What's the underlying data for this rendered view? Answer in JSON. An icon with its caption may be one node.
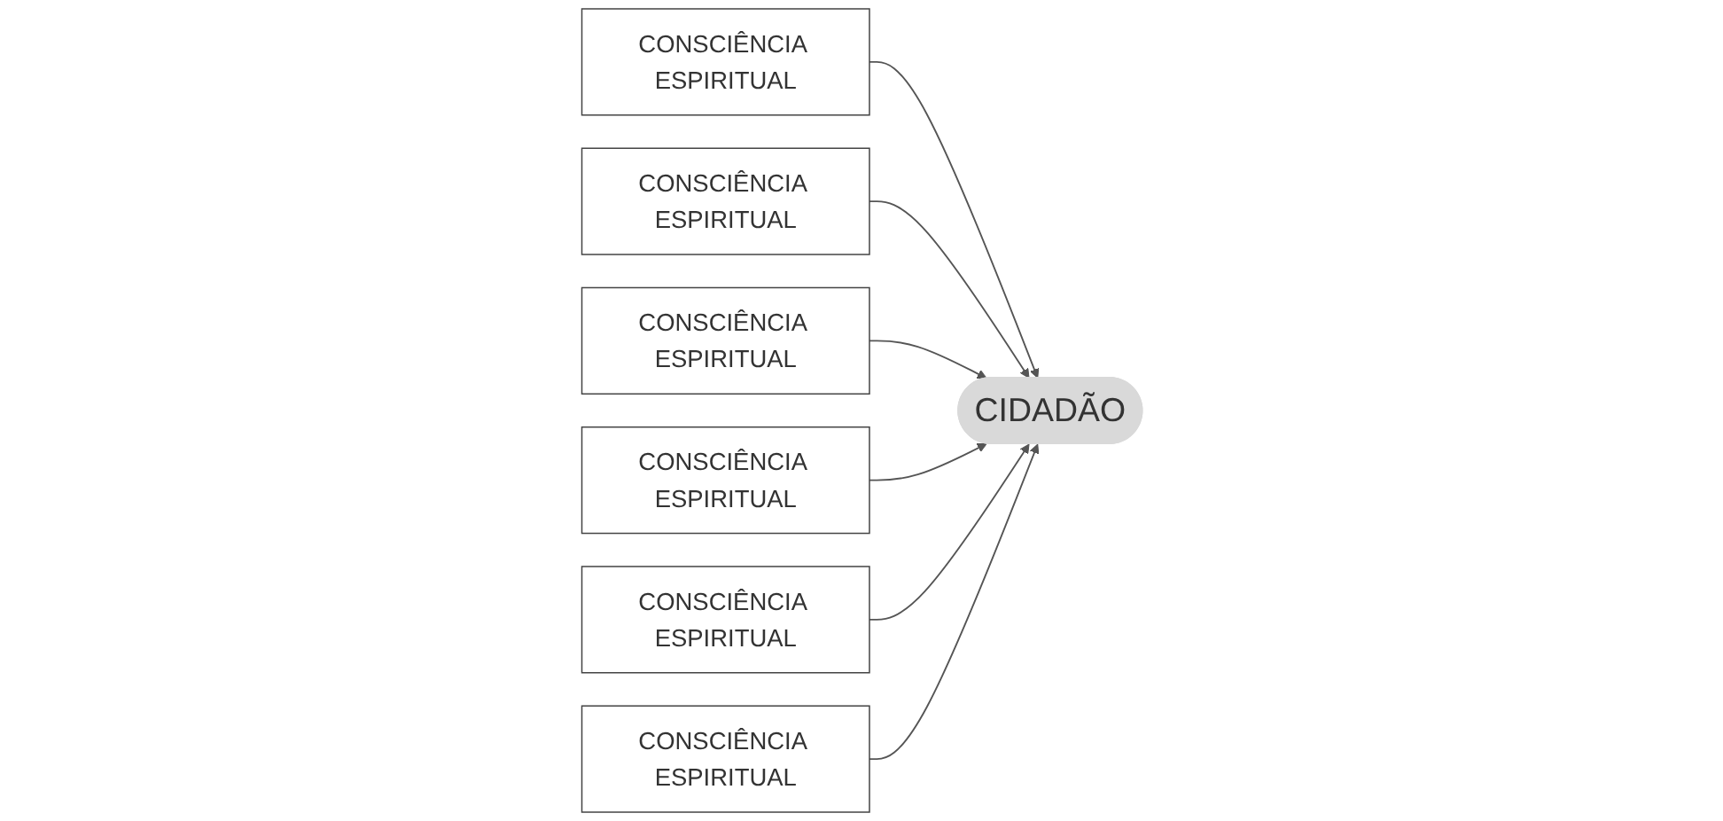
{
  "diagram": {
    "nodes": [
      {
        "text": [
          "CONSCIÊNCIA ESPIRITUAL"
        ]
      },
      {
        "text": [
          "CONSCIÊNCIA ESPIRITUAL"
        ]
      },
      {
        "text": [
          "CONSCIÊNCIA ESPIRITUAL"
        ]
      },
      {
        "text": [
          "CIDADÃO"
        ]
      },
      {
        "text": [
          "CONSCIÊNCIA ESPIRITUAL"
        ]
      },
      {
        "text": [
          "CONSCIÊNCIA ESPIRITUAL"
        ]
      },
      {
        "text": [
          "CONSCIÊNCIA ESPIRITUAL"
        ]
      }
    ],
    "edges": [
      {
        "from": 0,
        "to": 3,
        "arrow": "to"
      },
      {
        "from": 1,
        "to": 3,
        "arrow": "to"
      },
      {
        "from": 2,
        "to": 3,
        "arrow": "to"
      },
      {
        "from": 4,
        "to": 3,
        "arrow": "to"
      },
      {
        "from": 5,
        "to": 3,
        "arrow": "to"
      },
      {
        "from": 6,
        "to": 3,
        "arrow": "to"
      }
    ]
  }
}
